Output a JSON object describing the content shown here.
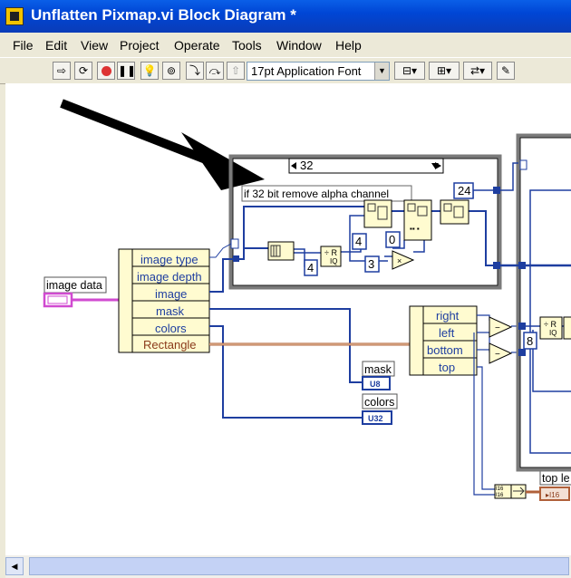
{
  "window": {
    "title": "Unflatten Pixmap.vi Block Diagram *"
  },
  "menu": [
    "File",
    "Edit",
    "View",
    "Project",
    "Operate",
    "Tools",
    "Window",
    "Help"
  ],
  "toolbar": {
    "font_select": "17pt Application Font"
  },
  "diagram": {
    "case_selector": "32",
    "comment": "if 32 bit remove alpha channel",
    "unbundle_fields": [
      "image type",
      "image depth",
      "image",
      "mask",
      "colors",
      "Rectangle"
    ],
    "rect_fields": [
      "right",
      "left",
      "bottom",
      "top"
    ],
    "input_label": "image data",
    "mask_label": "mask",
    "colors_label": "colors",
    "top_label": "top le",
    "constants": {
      "c24": "24",
      "c4a": "4",
      "c4b": "4",
      "c0": "0",
      "c3": "3",
      "c8": "8"
    },
    "terminal_types": {
      "u8": "U8",
      "u32": "U32",
      "i16": "I16"
    }
  }
}
